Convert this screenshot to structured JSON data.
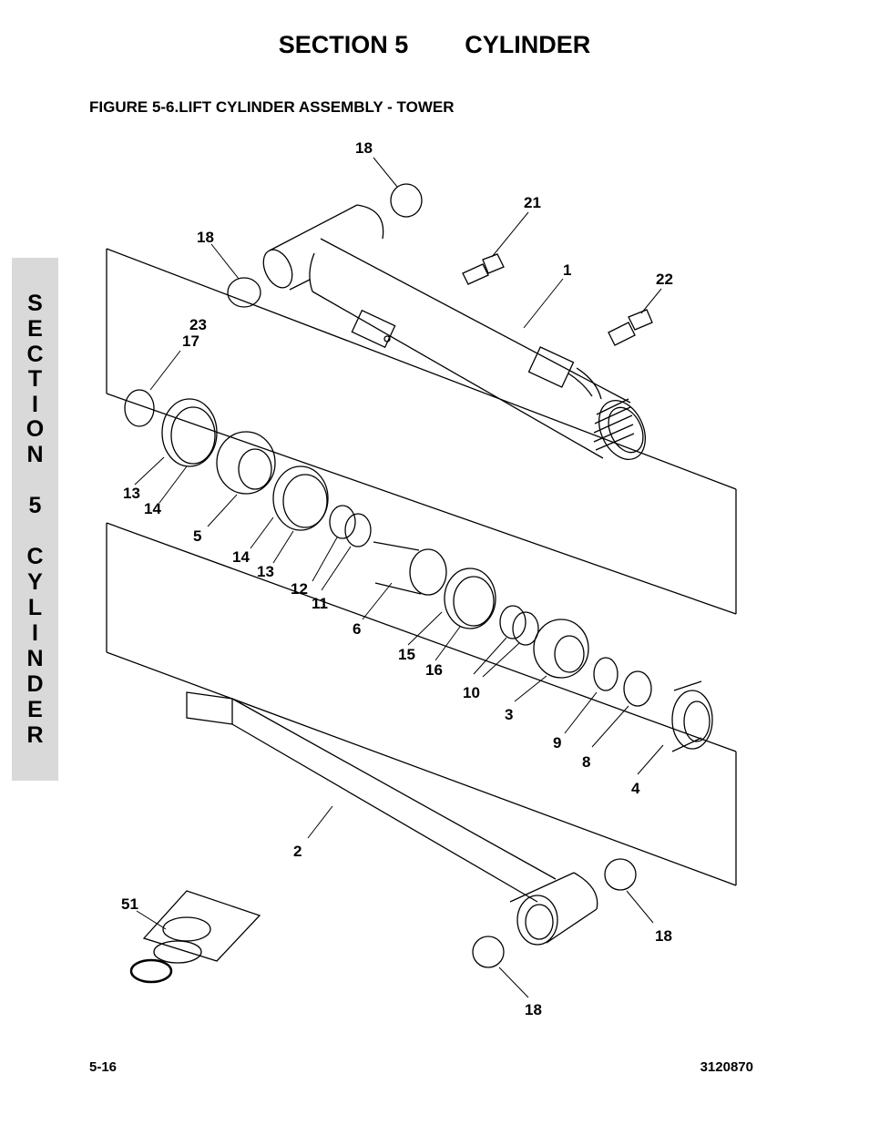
{
  "header": {
    "section": "SECTION 5",
    "title": "CYLINDER"
  },
  "figure_title": "FIGURE 5-6.LIFT CYLINDER ASSEMBLY - TOWER",
  "side_tab": [
    "S",
    "E",
    "C",
    "T",
    "I",
    "O",
    "N",
    "",
    "5",
    "",
    "C",
    "Y",
    "L",
    "I",
    "N",
    "D",
    "E",
    "R"
  ],
  "callouts": [
    "18",
    "21",
    "18",
    "1",
    "22",
    "23",
    "17",
    "13",
    "14",
    "5",
    "14",
    "13",
    "12",
    "11",
    "6",
    "15",
    "16",
    "10",
    "3",
    "9",
    "8",
    "4",
    "2",
    "51",
    "18",
    "18"
  ],
  "footer": {
    "page": "5-16",
    "doc_number": "3120870"
  }
}
